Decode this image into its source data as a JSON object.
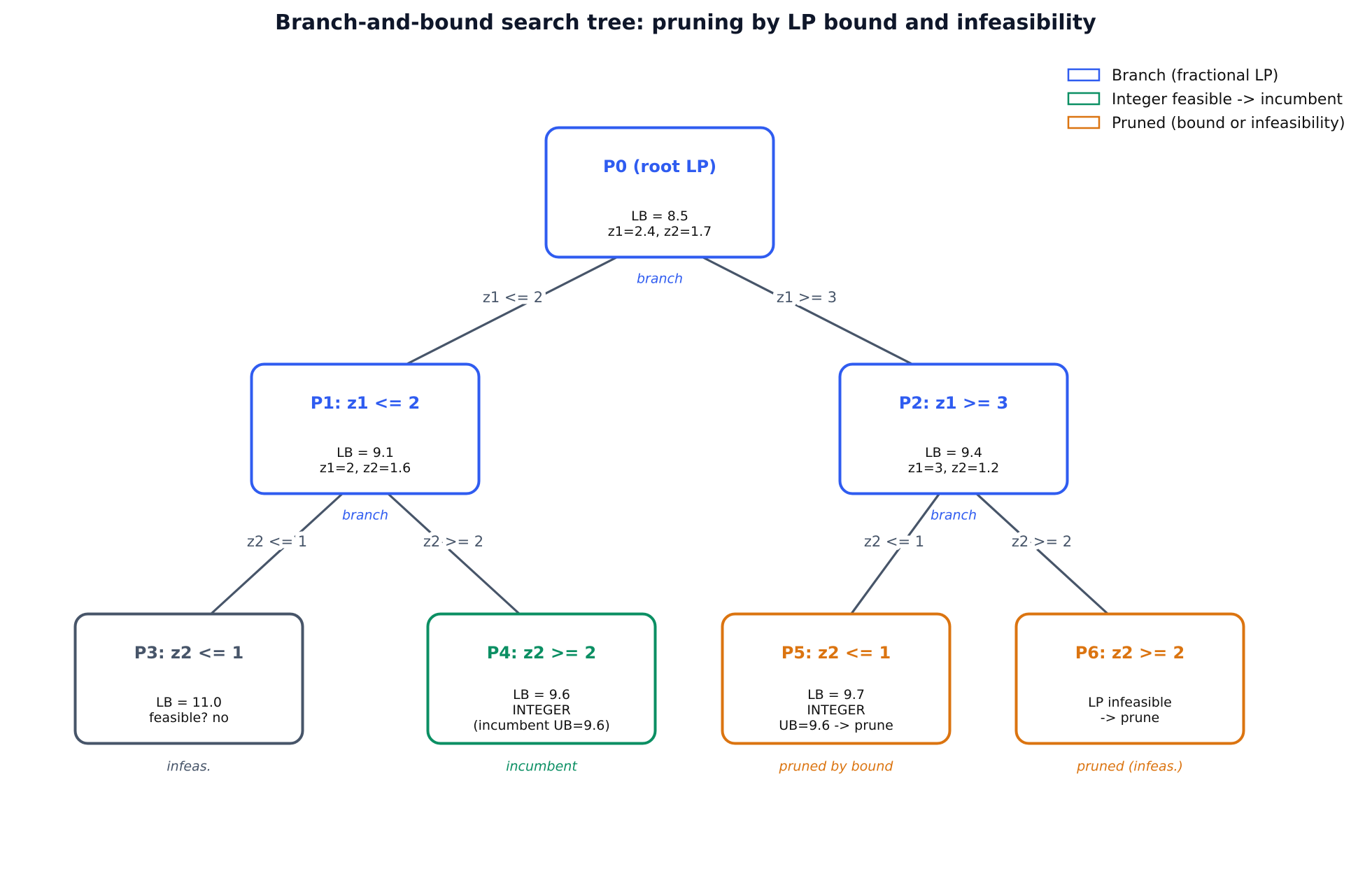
{
  "title": "Branch-and-bound search tree: pruning by LP bound and infeasibility",
  "colors": {
    "branch": "#2f5cf0",
    "integer": "#0b8f63",
    "pruned": "#db7410",
    "neutral": "#475569",
    "body_text": "#111111"
  },
  "legend": [
    {
      "label": "Branch (fractional LP)",
      "color": "#2f5cf0"
    },
    {
      "label": "Integer feasible -> incumbent",
      "color": "#0b8f63"
    },
    {
      "label": "Pruned (bound or infeasibility)",
      "color": "#db7410"
    }
  ],
  "nodes": {
    "P0": {
      "title": "P0 (root LP)",
      "lines": [
        "LB = 8.5",
        "z1=2.4, z2=1.7"
      ],
      "status": "branch",
      "color": "#2f5cf0"
    },
    "P1": {
      "title": "P1: z1 <= 2",
      "lines": [
        "LB = 9.1",
        "z1=2, z2=1.6"
      ],
      "status": "branch",
      "color": "#2f5cf0"
    },
    "P2": {
      "title": "P2: z1 >= 3",
      "lines": [
        "LB = 9.4",
        "z1=3, z2=1.2"
      ],
      "status": "branch",
      "color": "#2f5cf0"
    },
    "P3": {
      "title": "P3: z2 <= 1",
      "lines": [
        "LB = 11.0",
        "feasible? no"
      ],
      "status": "infeas.",
      "color": "#475569"
    },
    "P4": {
      "title": "P4: z2 >= 2",
      "lines": [
        "LB = 9.6",
        "INTEGER",
        "(incumbent UB=9.6)"
      ],
      "status": "incumbent",
      "color": "#0b8f63"
    },
    "P5": {
      "title": "P5: z2 <= 1",
      "lines": [
        "LB = 9.7",
        "INTEGER",
        "UB=9.6 -> prune"
      ],
      "status": "pruned by bound",
      "color": "#db7410"
    },
    "P6": {
      "title": "P6: z2 >= 2",
      "lines": [
        "LP infeasible",
        "-> prune"
      ],
      "status": "pruned (infeas.)",
      "color": "#db7410"
    }
  },
  "edges": [
    {
      "from": "P0",
      "to": "P1",
      "label": "z1 <= 2"
    },
    {
      "from": "P0",
      "to": "P2",
      "label": "z1 >= 3"
    },
    {
      "from": "P1",
      "to": "P3",
      "label": "z2 <= 1"
    },
    {
      "from": "P1",
      "to": "P4",
      "label": "z2 >= 2"
    },
    {
      "from": "P2",
      "to": "P5",
      "label": "z2 <= 1"
    },
    {
      "from": "P2",
      "to": "P6",
      "label": "z2 >= 2"
    }
  ]
}
